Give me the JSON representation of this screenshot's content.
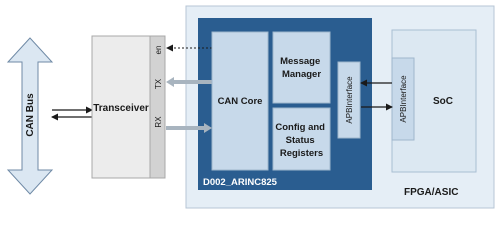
{
  "diagram": {
    "can_bus_label": "CAN Bus",
    "transceiver": {
      "label": "Transceiver",
      "pins": {
        "en": "en",
        "tx": "TX",
        "rx": "RX"
      }
    },
    "core_block": {
      "name": "D002_ARINC825",
      "can_core": "CAN Core",
      "message_manager": [
        "Message",
        "Manager"
      ],
      "config_registers": [
        "Config and",
        "Status",
        "Registers"
      ],
      "apb_interface": "APBInterface"
    },
    "fpga_region": {
      "label": "FPGA/ASIC",
      "soc": {
        "label": "SoC",
        "apb_interface": "APBInterface"
      }
    },
    "colors": {
      "region_bg": "#e5eef6",
      "region_border": "#b7c6d5",
      "core_fill": "#2a5d90",
      "inner_block": "#c7d9ea",
      "soc_fill": "#dce8f2",
      "transceiver_fill": "#ececec",
      "pin_strip": "#d2d2d2",
      "arrow_gray": "#a8b4bf"
    }
  }
}
